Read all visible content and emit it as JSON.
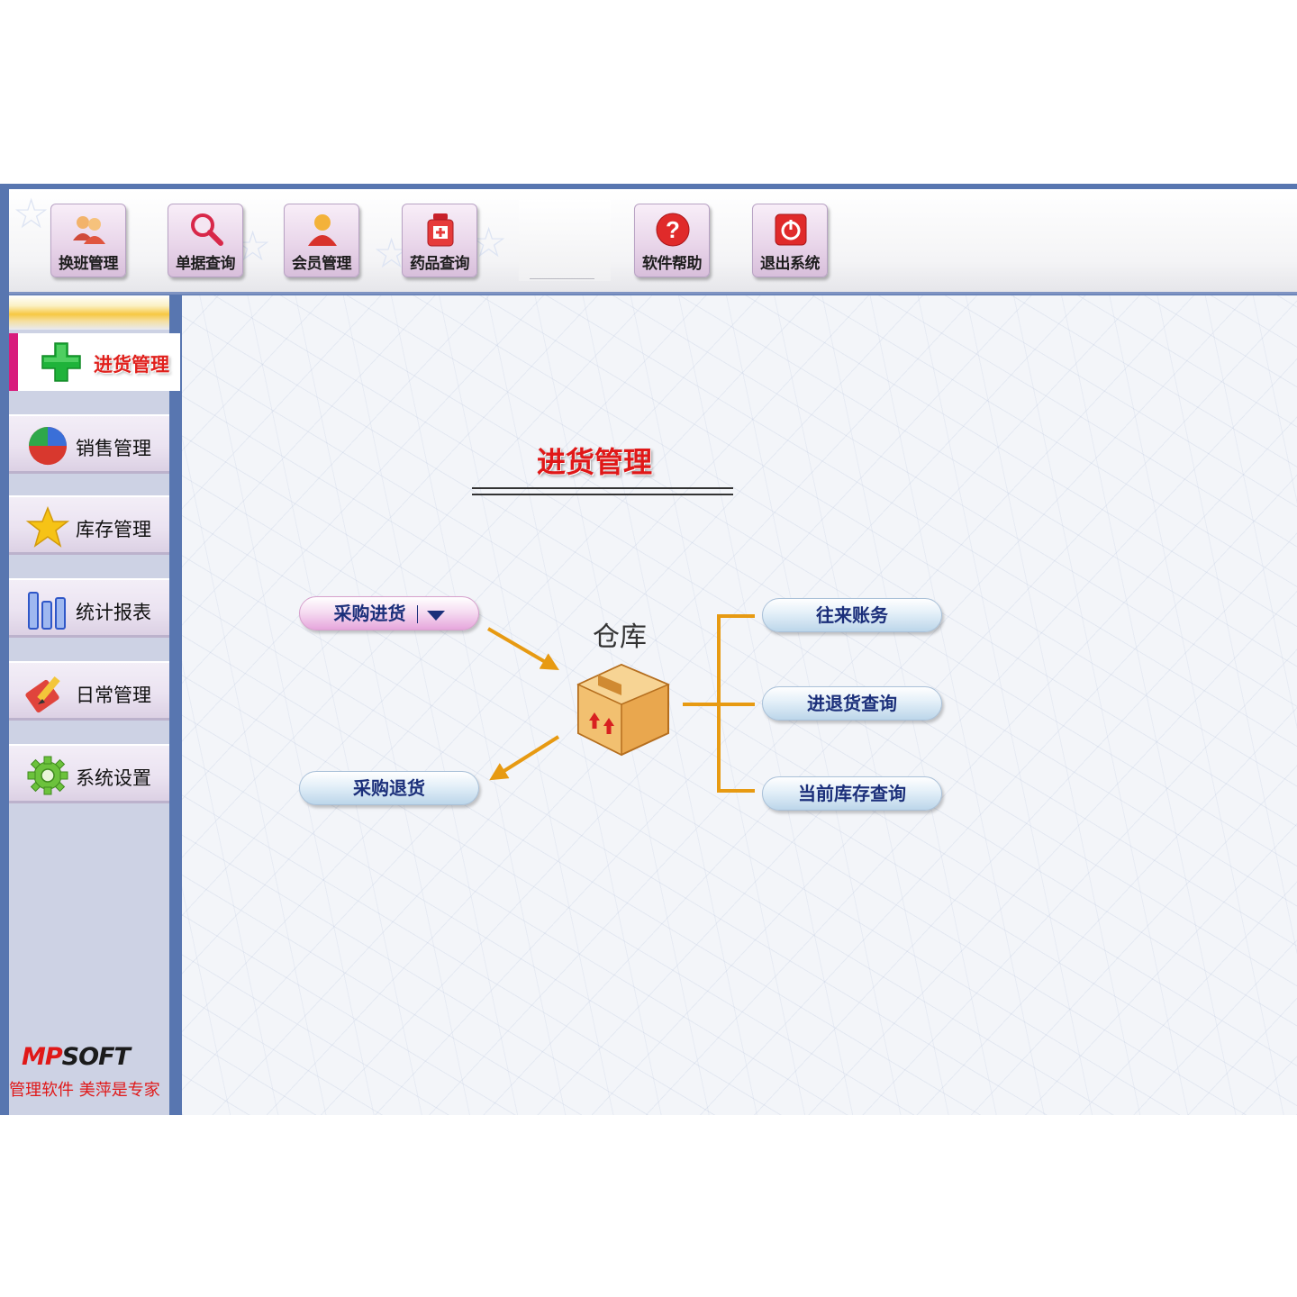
{
  "toolbar": {
    "buttons": [
      {
        "label": "换班管理",
        "icon": "shift-users-icon"
      },
      {
        "label": "单据查询",
        "icon": "magnifier-icon"
      },
      {
        "label": "会员管理",
        "icon": "member-user-icon"
      },
      {
        "label": "药品查询",
        "icon": "medicine-bottle-icon"
      },
      {
        "label": "软件帮助",
        "icon": "help-icon"
      },
      {
        "label": "退出系统",
        "icon": "power-icon"
      }
    ]
  },
  "sidebar": {
    "active": {
      "label": "进货管理",
      "icon": "green-plus-icon"
    },
    "items": [
      {
        "label": "销售管理",
        "icon": "pie-chart-icon"
      },
      {
        "label": "库存管理",
        "icon": "star-icon"
      },
      {
        "label": "统计报表",
        "icon": "bar-chart-icon"
      },
      {
        "label": "日常管理",
        "icon": "pencil-note-icon"
      },
      {
        "label": "系统设置",
        "icon": "gear-icon"
      }
    ],
    "logo": {
      "m": "MP",
      "soft": "SOFT"
    },
    "tagline": "管理软件  美萍是专家"
  },
  "main": {
    "title": "进货管理",
    "warehouse_label": "仓库",
    "left_buttons": {
      "purchase": "采购进货",
      "return": "采购退货"
    },
    "right_buttons": {
      "accounts": "往来账务",
      "in_out_query": "进退货查询",
      "stock_query": "当前库存查询"
    }
  },
  "colors": {
    "accent_red": "#e01818",
    "frame_blue": "#5876b0",
    "arrow_orange": "#e79a12",
    "text_navy": "#1b2f7a"
  }
}
